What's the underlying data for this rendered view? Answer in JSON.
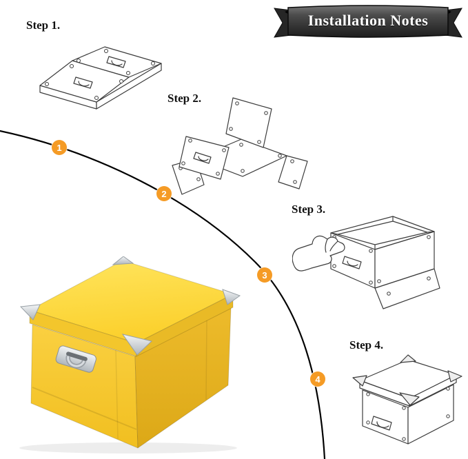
{
  "banner": {
    "title": "Installation Notes"
  },
  "steps": [
    {
      "label": "Step 1.",
      "marker": "1"
    },
    {
      "label": "Step 2.",
      "marker": "2"
    },
    {
      "label": "Step 3.",
      "marker": "3"
    },
    {
      "label": "Step 4.",
      "marker": "4"
    }
  ],
  "colors": {
    "marker_orange": "#F59B25",
    "arc_black": "#000000",
    "box_lid": "#FFDB45",
    "box_rim_left": "#F3C62C",
    "box_rim_right": "#E9BA26",
    "box_front": "#F8CC33",
    "box_side": "#E3AF1F",
    "metal_silver": "#D9DCDF",
    "banner_dark": "#333333",
    "banner_text": "#FFFFFF",
    "sketch_line": "#3C3C3C"
  },
  "icons": {
    "step1_diagram": "flat-folded-panels-sketch",
    "step2_diagram": "half-assembled-box-sketch",
    "step3_diagram": "hand-assembling-box-sketch",
    "step4_diagram": "assembled-box-sketch",
    "product_photo": "yellow-storage-box"
  }
}
